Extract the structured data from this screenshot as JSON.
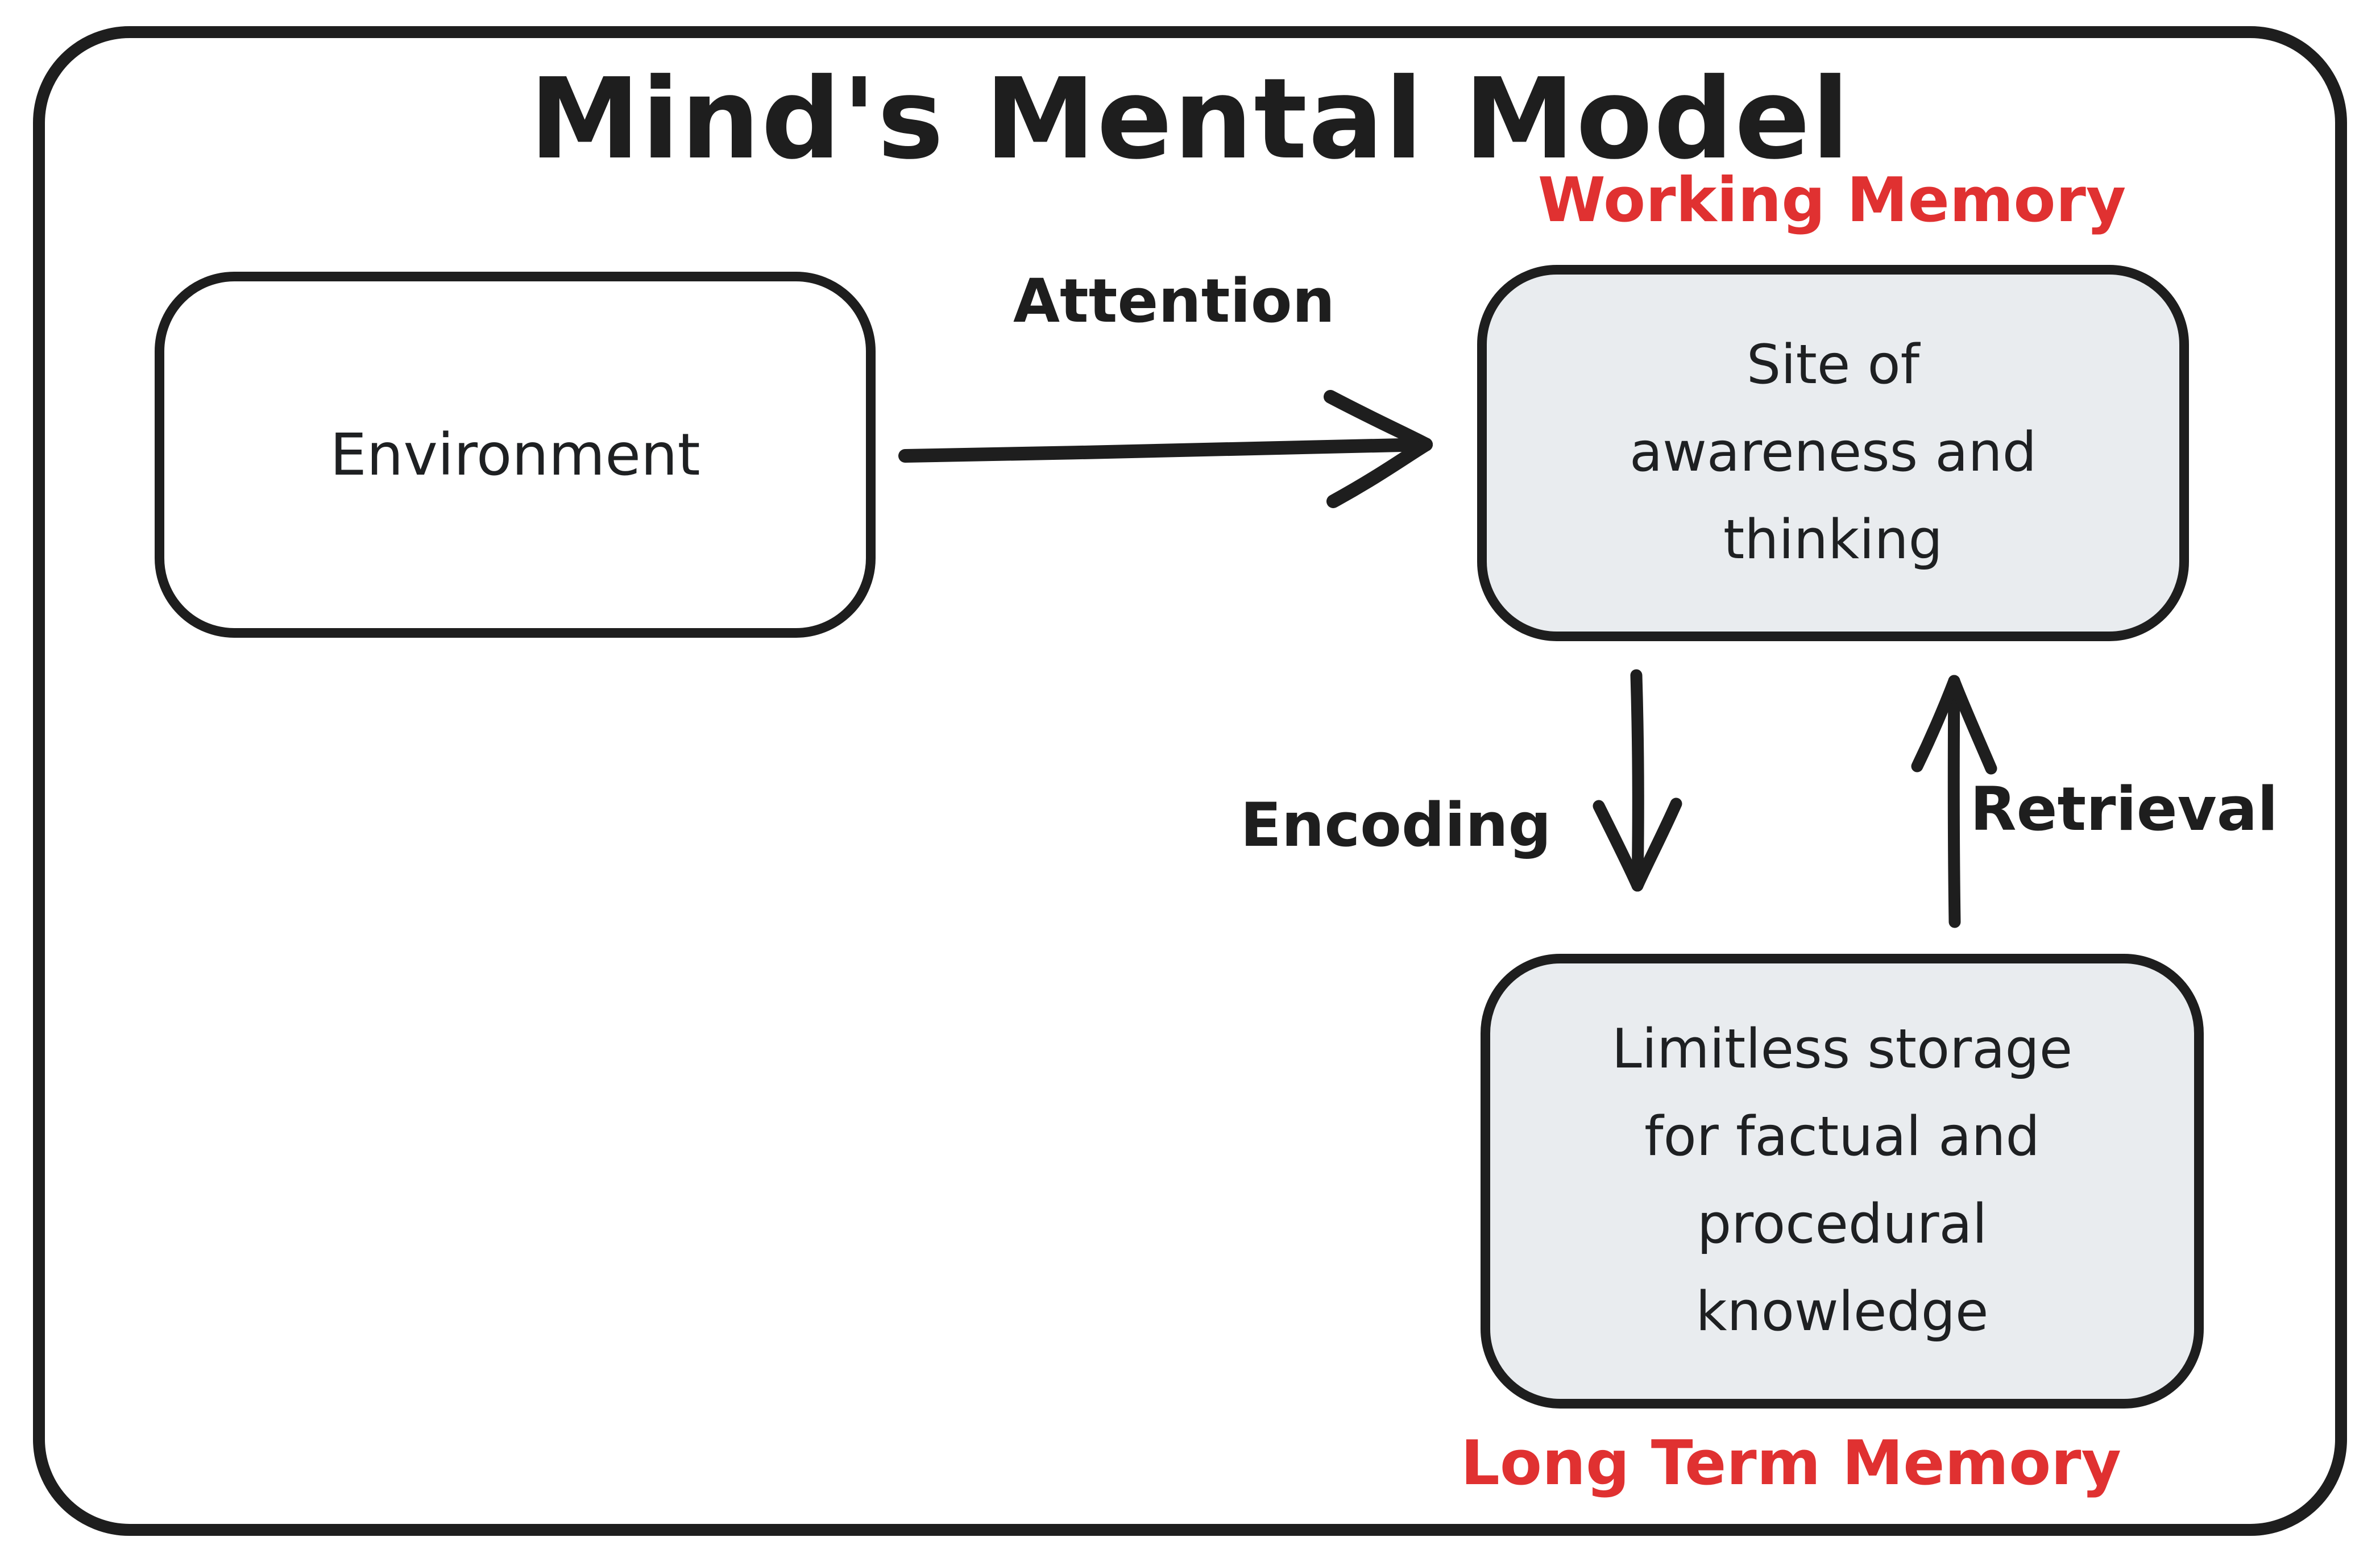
{
  "title": "Mind's Mental Model",
  "colors": {
    "stroke": "#1e1e1e",
    "accent_red": "#e03131",
    "memory_box_fill": "#e9ecef",
    "background": "#ffffff"
  },
  "nodes": {
    "environment": {
      "label": "Environment"
    },
    "working_memory": {
      "title": "Working Memory",
      "lines": [
        "Site of",
        "awareness and",
        "thinking"
      ]
    },
    "long_term_memory": {
      "title": "Long Term Memory",
      "lines": [
        "Limitless storage",
        "for factual and",
        "procedural",
        "knowledge"
      ]
    }
  },
  "edges": {
    "attention": {
      "label": "Attention",
      "from": "environment",
      "to": "working_memory"
    },
    "encoding": {
      "label": "Encoding",
      "from": "working_memory",
      "to": "long_term_memory"
    },
    "retrieval": {
      "label": "Retrieval",
      "from": "long_term_memory",
      "to": "working_memory"
    }
  }
}
